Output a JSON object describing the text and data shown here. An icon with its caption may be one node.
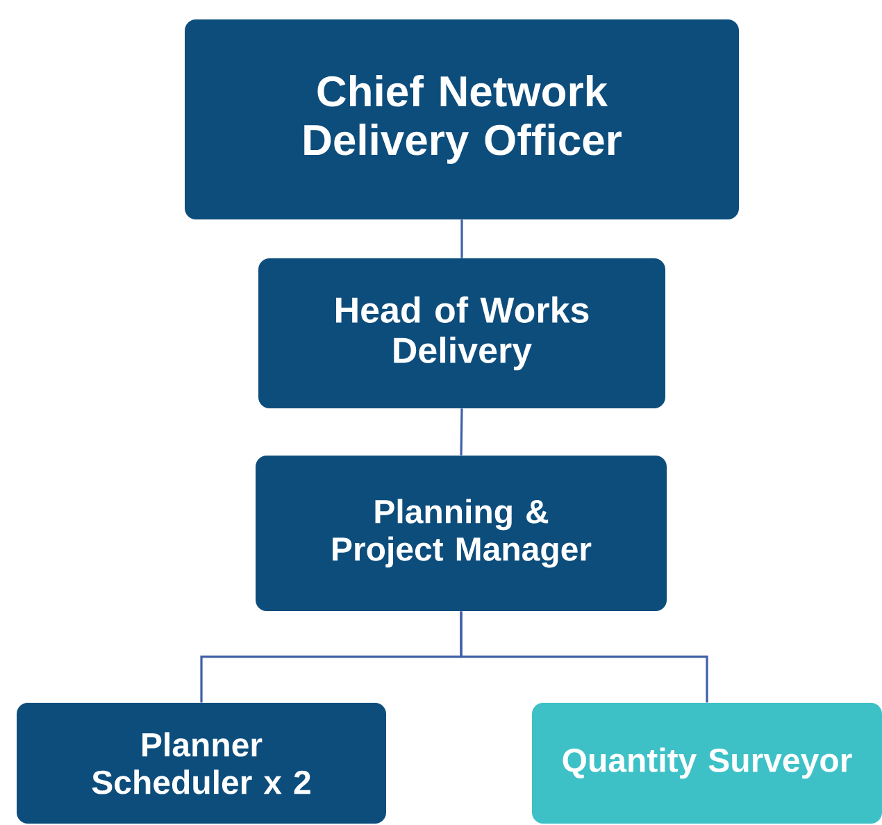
{
  "diagram": {
    "nodes": [
      {
        "text": [
          "Chief Network Delivery Officer"
        ]
      },
      {
        "text": [
          "Head of Works Delivery"
        ]
      },
      {
        "text": [
          "Planning & Project Manager"
        ]
      },
      {
        "text": [
          "Planner Scheduler x 2"
        ]
      },
      {
        "text": [
          "Quantity Surveyor"
        ]
      }
    ],
    "edges": [
      {
        "from": 0,
        "to": 1,
        "arrow": "none"
      },
      {
        "from": 1,
        "to": 2,
        "arrow": "none"
      },
      {
        "from": 2,
        "to": 3,
        "arrow": "none"
      },
      {
        "from": 2,
        "to": 4,
        "arrow": "none"
      }
    ]
  }
}
